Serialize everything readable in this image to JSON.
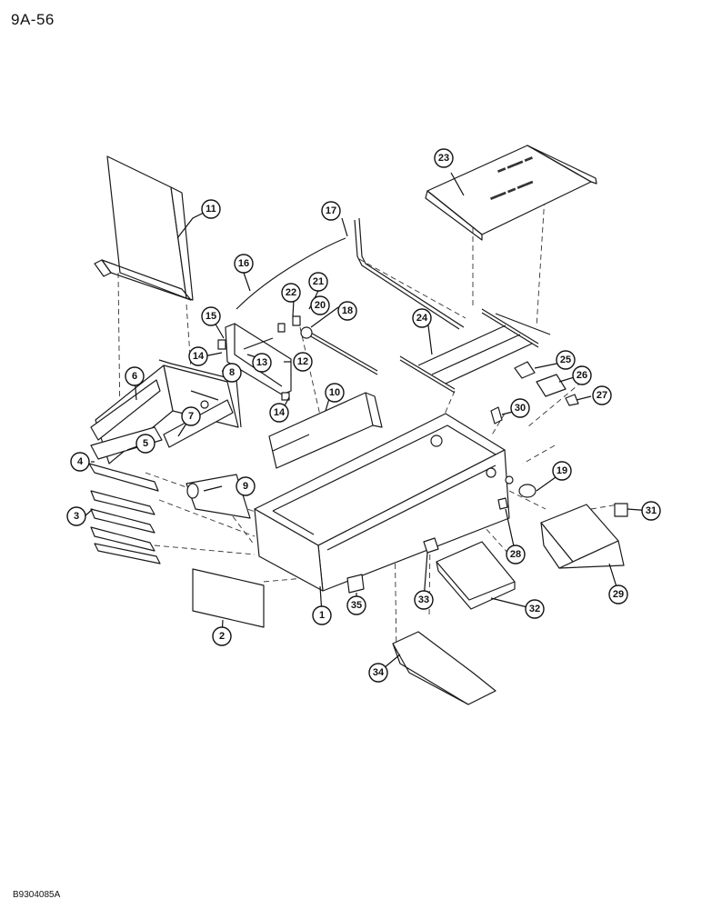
{
  "page_number": "9A-56",
  "doc_code": "B9304085A",
  "callouts": [
    "1",
    "2",
    "3",
    "4",
    "5",
    "6",
    "7",
    "8",
    "9",
    "10",
    "11",
    "12",
    "13",
    "14",
    "14",
    "15",
    "16",
    "17",
    "18",
    "19",
    "20",
    "21",
    "22",
    "23",
    "24",
    "25",
    "26",
    "27",
    "28",
    "29",
    "30",
    "31",
    "32",
    "33",
    "34",
    "35"
  ]
}
